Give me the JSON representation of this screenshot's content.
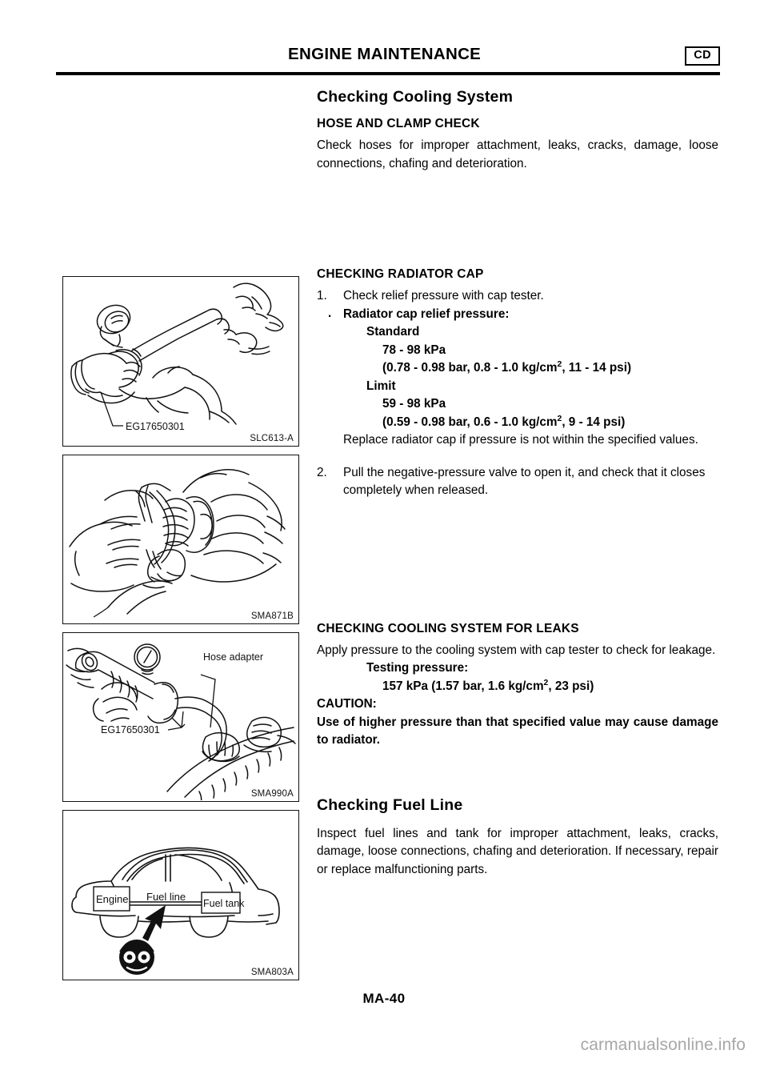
{
  "header": {
    "title": "ENGINE MAINTENANCE",
    "badge": "CD"
  },
  "sections": {
    "cooling": {
      "title": "Checking Cooling System",
      "hose_clamp": {
        "heading": "HOSE AND CLAMP CHECK",
        "body": "Check hoses for improper attachment, leaks, cracks, damage, loose connections, chafing and deterioration."
      },
      "radiator_cap": {
        "heading": "CHECKING RADIATOR CAP",
        "step1_num": "1.",
        "step1_text": "Check relief pressure with cap tester.",
        "bullet": ".",
        "spec_title": "Radiator cap relief pressure:",
        "standard_label": "Standard",
        "standard_kpa": "78 - 98 kPa",
        "standard_conv_pre": "(0.78 - 0.98 bar, 0.8 - 1.0 kg/cm",
        "standard_conv_sup": "2",
        "standard_conv_post": ", 11 - 14 psi)",
        "limit_label": "Limit",
        "limit_kpa": "59 - 98 kPa",
        "limit_conv_pre": "(0.59 - 0.98 bar, 0.6 - 1.0 kg/cm",
        "limit_conv_sup": "2",
        "limit_conv_post": ", 9 - 14 psi)",
        "replace_text": "Replace radiator cap if pressure is not within the specified values.",
        "step2_num": "2.",
        "step2_text": "Pull the negative-pressure valve to open it, and check that it closes completely when released."
      },
      "leaks": {
        "heading": "CHECKING COOLING SYSTEM FOR LEAKS",
        "body": "Apply pressure to the cooling system with cap tester to check for leakage.",
        "testing_label": "Testing pressure:",
        "testing_value_pre": "157 kPa (1.57 bar, 1.6 kg/cm",
        "testing_value_sup": "2",
        "testing_value_post": ", 23 psi)",
        "caution_label": "CAUTION:",
        "caution_text": "Use of higher pressure than that specified value may cause damage to radiator."
      }
    },
    "fuel_line": {
      "title": "Checking Fuel Line",
      "body": "Inspect fuel lines and tank for improper attachment, leaks, cracks, damage, loose connections, chafing and deterioration. If necessary, repair or replace malfunctioning parts."
    }
  },
  "figures": [
    {
      "name": "radiator-cap-tester",
      "code": "SLC613-A",
      "callouts": [
        "EG17650301"
      ]
    },
    {
      "name": "negative-pressure-valve",
      "code": "SMA871B",
      "callouts": []
    },
    {
      "name": "cooling-system-pressure-test",
      "code": "SMA990A",
      "callouts": [
        "Hose adapter",
        "EG17650301"
      ]
    },
    {
      "name": "fuel-line-layout",
      "code": "SMA803A",
      "callouts": [
        "Engine",
        "Fuel line",
        "Fuel tank"
      ]
    }
  ],
  "footer": {
    "page_number": "MA-40"
  },
  "watermark": {
    "text": "carmanualsonline.info"
  }
}
